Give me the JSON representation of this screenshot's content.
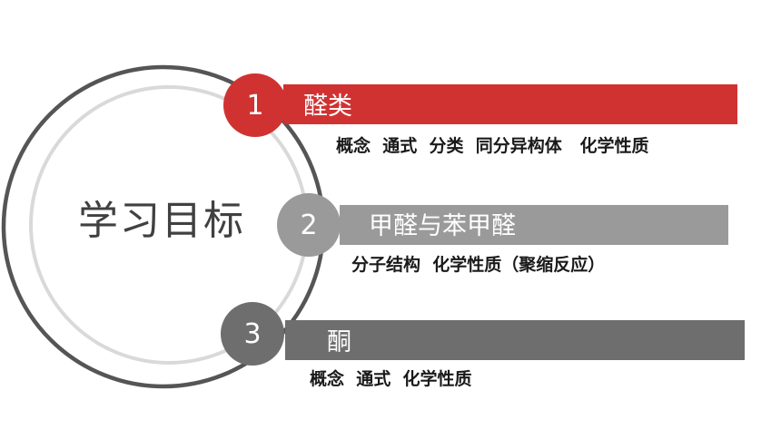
{
  "title": "学习目标",
  "colors": {
    "red": "#d03232",
    "gray_mid": "#9a9a9a",
    "gray_dark": "#6e6e6e",
    "ring_outer": "#555555",
    "ring_inner": "#d9d9d9"
  },
  "items": [
    {
      "number": "1",
      "title": "醛类",
      "subtitle": "概念  通式  分类  同分异构体   化学性质"
    },
    {
      "number": "2",
      "title": "甲醛与苯甲醛",
      "subtitle": "分子结构  化学性质（聚缩反应）"
    },
    {
      "number": "3",
      "title": "酮",
      "subtitle": "概念  通式  化学性质"
    }
  ]
}
